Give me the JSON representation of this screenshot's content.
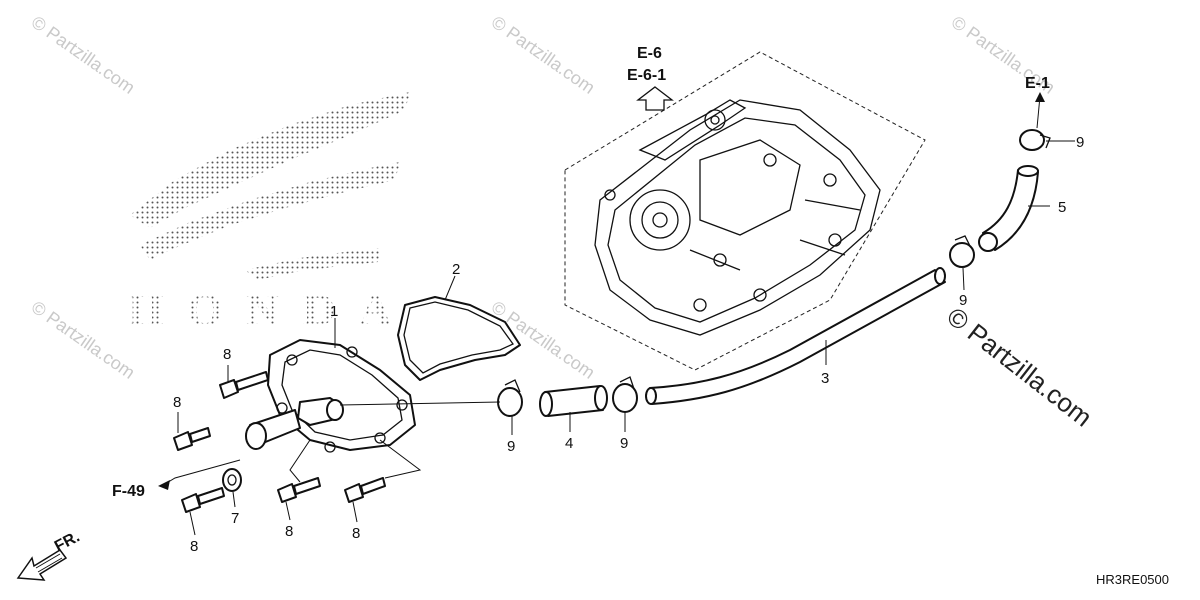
{
  "watermarks": {
    "tile_text": "© Partzilla.com",
    "main_text": "© Partzilla.com",
    "brand_word": "HONDA"
  },
  "references": {
    "engine_refs": [
      "E-6",
      "E-6-1"
    ],
    "hose_ref": "E-1",
    "bolt_ref": "F-49",
    "front_label": "FR."
  },
  "callouts": [
    {
      "id": "cover",
      "label": "1"
    },
    {
      "id": "oring",
      "label": "2"
    },
    {
      "id": "pipe",
      "label": "3"
    },
    {
      "id": "hose-short",
      "label": "4"
    },
    {
      "id": "hose-elbow",
      "label": "5"
    },
    {
      "id": "washer",
      "label": "7"
    },
    {
      "id": "bolt-a",
      "label": "8"
    },
    {
      "id": "bolt-b",
      "label": "8"
    },
    {
      "id": "bolt-c",
      "label": "8"
    },
    {
      "id": "bolt-d",
      "label": "8"
    },
    {
      "id": "bolt-e",
      "label": "8"
    },
    {
      "id": "clamp-a",
      "label": "9"
    },
    {
      "id": "clamp-b",
      "label": "9"
    },
    {
      "id": "clamp-c",
      "label": "9"
    },
    {
      "id": "clamp-d",
      "label": "9"
    }
  ],
  "diagram_code": "HR3RE0500"
}
